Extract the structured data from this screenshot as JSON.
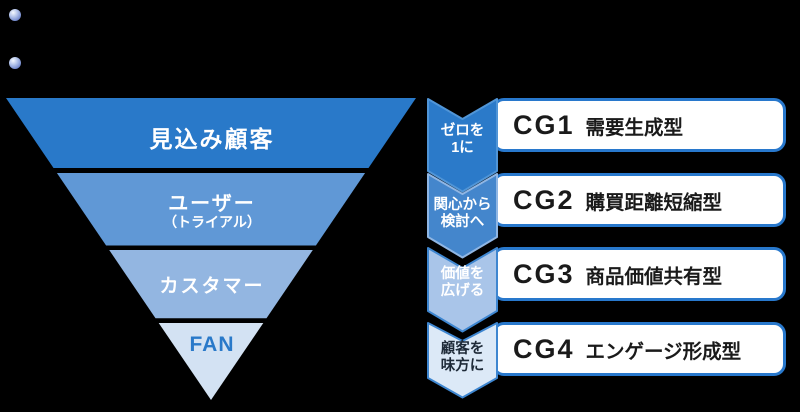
{
  "canvas": {
    "bg": "#000000"
  },
  "bullets": [
    {
      "icon": "sphere-bullet-icon",
      "color": "#7288cc"
    },
    {
      "icon": "sphere-bullet-icon",
      "color": "#7288cc"
    }
  ],
  "funnel": {
    "levels": [
      {
        "label": "見込み顧客",
        "fill": "#2979c9",
        "text_color": "#ffffff"
      },
      {
        "label": "ユーザー",
        "sublabel": "（トライアル）",
        "fill": "#6098d6",
        "text_color": "#ffffff"
      },
      {
        "label": "カスタマー",
        "fill": "#93b6e1",
        "text_color": "#ffffff"
      },
      {
        "label": "FAN",
        "fill": "#d3e2f3",
        "text_color": "#2979c9"
      }
    ]
  },
  "stages": [
    {
      "chevron": {
        "line1": "ゼロを",
        "line2": "1に",
        "fill": "#2b7ac9",
        "stroke": "#5095d7",
        "text_color": "#ffffff"
      },
      "code": "CG1",
      "title": "需要生成型"
    },
    {
      "chevron": {
        "line1": "関心から",
        "line2": "検討へ",
        "fill": "#4486cc",
        "stroke": "#8fb6e4",
        "text_color": "#ffffff"
      },
      "code": "CG2",
      "title": "購買距離短縮型"
    },
    {
      "chevron": {
        "line1": "価値を",
        "line2": "広げる",
        "fill": "#a9c5e9",
        "stroke": "#3e86d0",
        "text_color": "#ffffff"
      },
      "code": "CG3",
      "title": "商品価値共有型"
    },
    {
      "chevron": {
        "line1": "顧客を",
        "line2": "味方に",
        "fill": "#dce9f7",
        "stroke": "#3e86d0",
        "text_color": "#1e2a38"
      },
      "code": "CG4",
      "title": "エンゲージ形成型"
    }
  ],
  "box_style": {
    "bg": "#ffffff",
    "border_color": "#2878cc",
    "text_color": "#1a1a1a"
  }
}
